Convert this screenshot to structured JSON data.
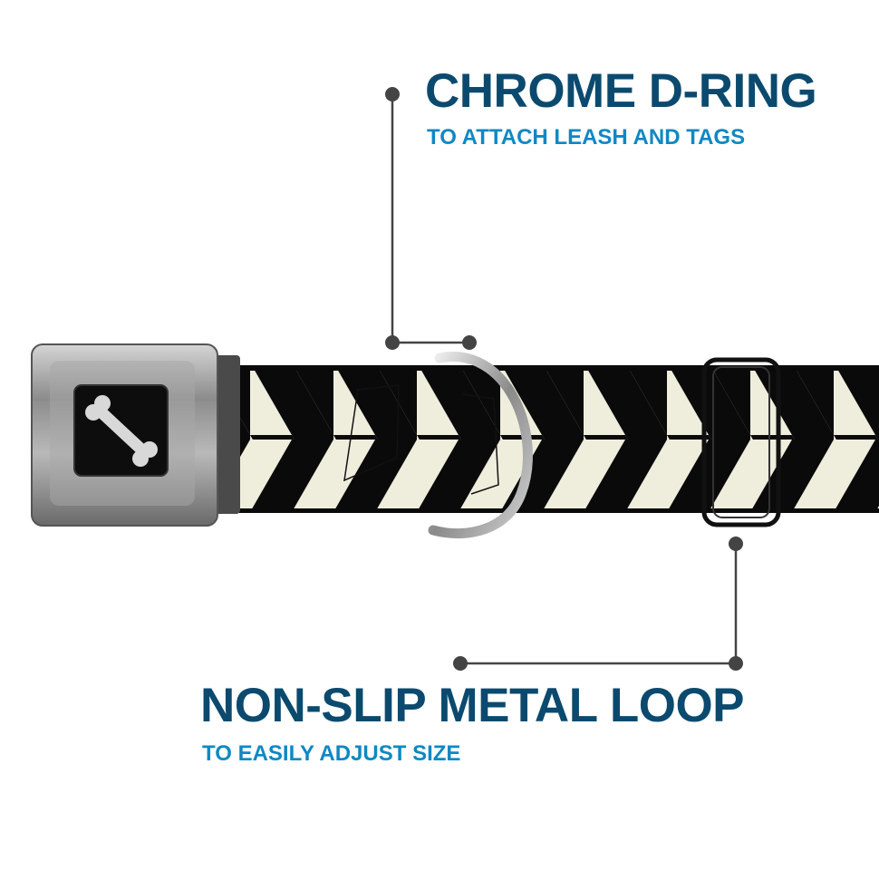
{
  "callouts": {
    "d_ring": {
      "title": "CHROME D-RING",
      "subtitle": "TO ATTACH LEASH AND TAGS"
    },
    "loop": {
      "title": "NON-SLIP METAL LOOP",
      "subtitle": "TO EASILY ADJUST SIZE"
    }
  },
  "colors": {
    "title": "#0b4a6e",
    "subtitle": "#0e88c4",
    "stripe_dark": "#0a0a0a",
    "stripe_light": "#efeedd",
    "leader": "#444444"
  },
  "icons": {
    "buckle_logo": "bone-icon"
  }
}
